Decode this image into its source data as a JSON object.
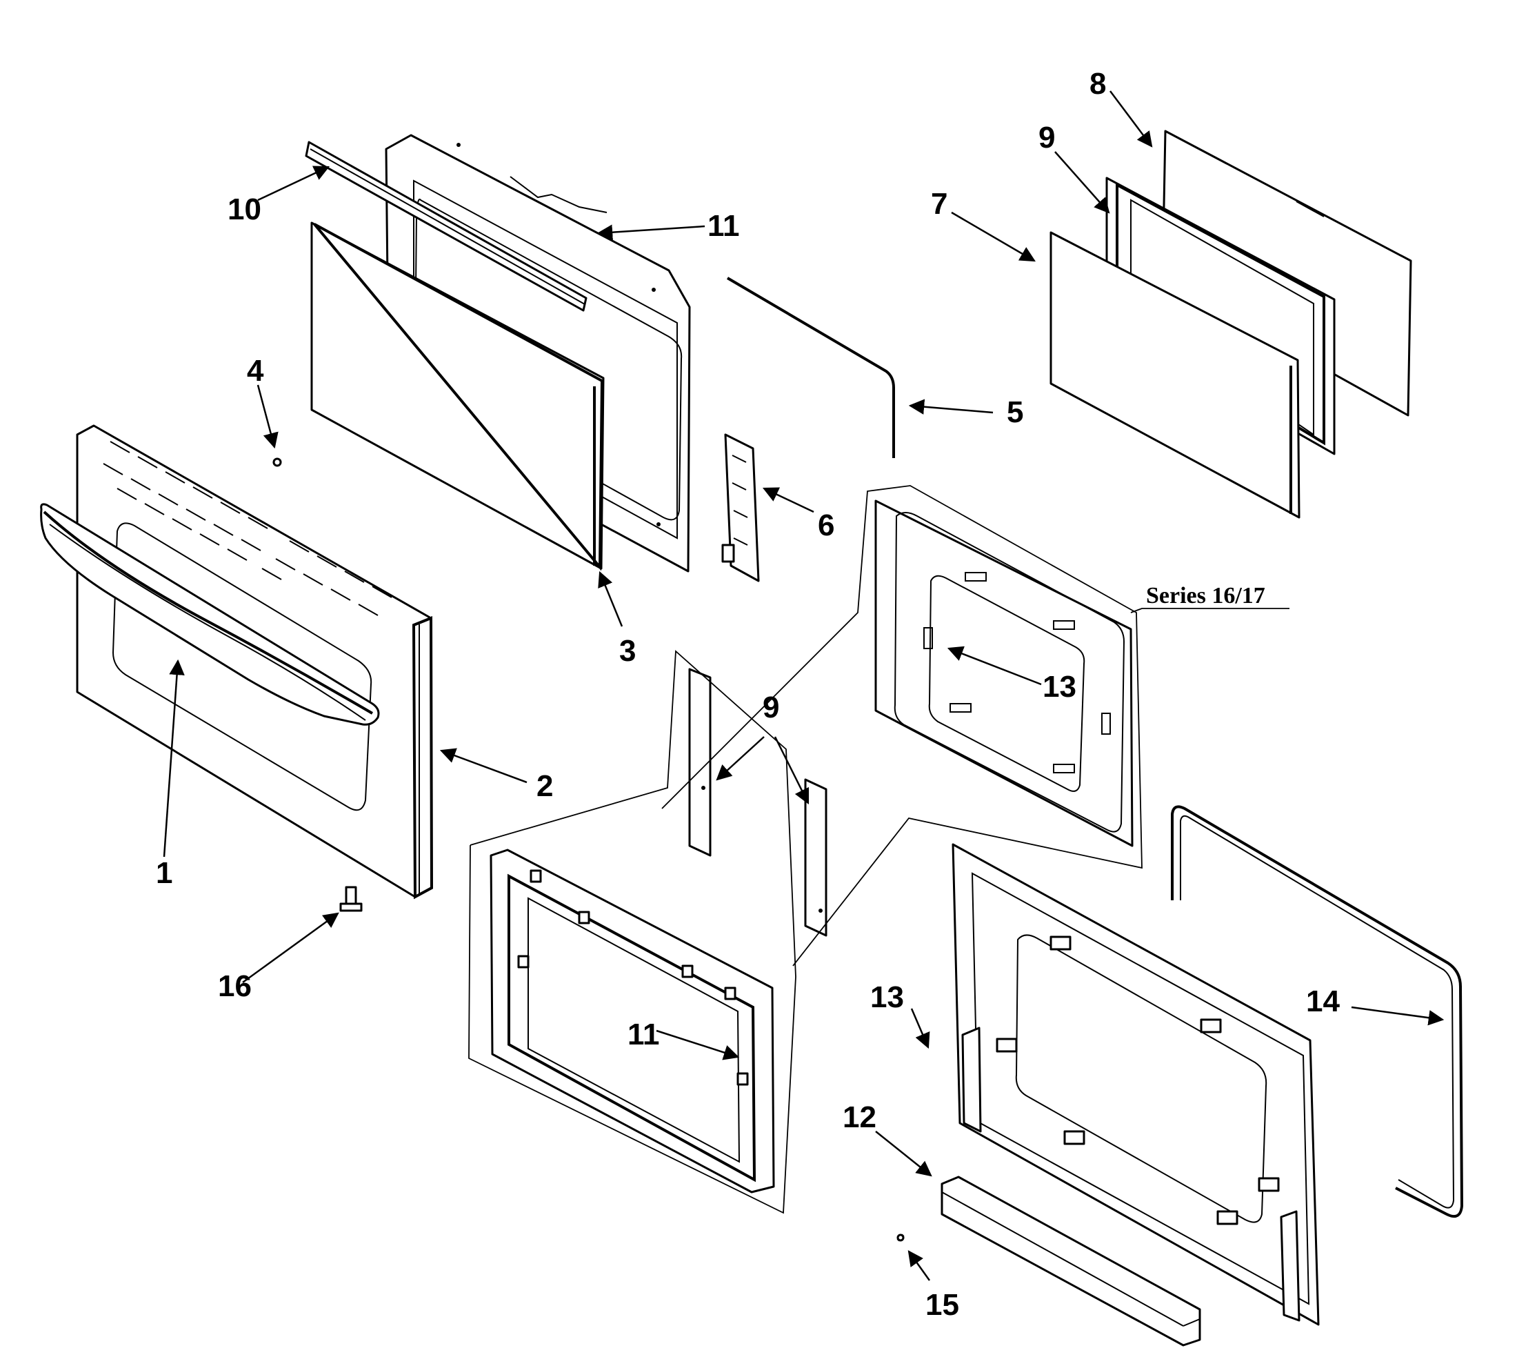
{
  "diagram": {
    "series_note": "Series 16/17",
    "callouts": [
      {
        "id": "c1",
        "label": "1"
      },
      {
        "id": "c2",
        "label": "2"
      },
      {
        "id": "c3",
        "label": "3"
      },
      {
        "id": "c4",
        "label": "4"
      },
      {
        "id": "c5",
        "label": "5"
      },
      {
        "id": "c6",
        "label": "6"
      },
      {
        "id": "c7",
        "label": "7"
      },
      {
        "id": "c8",
        "label": "8"
      },
      {
        "id": "c9a",
        "label": "9"
      },
      {
        "id": "c9b",
        "label": "9"
      },
      {
        "id": "c10",
        "label": "10"
      },
      {
        "id": "c11a",
        "label": "11"
      },
      {
        "id": "c11b",
        "label": "11"
      },
      {
        "id": "c12",
        "label": "12"
      },
      {
        "id": "c13a",
        "label": "13"
      },
      {
        "id": "c13b",
        "label": "13"
      },
      {
        "id": "c14",
        "label": "14"
      },
      {
        "id": "c15",
        "label": "15"
      },
      {
        "id": "c16",
        "label": "16"
      }
    ]
  }
}
